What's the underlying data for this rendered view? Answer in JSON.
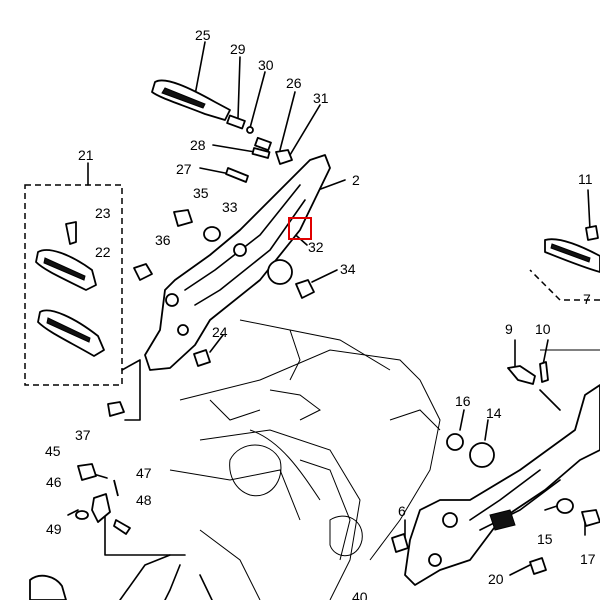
{
  "diagram": {
    "callouts": [
      "25",
      "29",
      "30",
      "26",
      "31",
      "28",
      "27",
      "2",
      "35",
      "33",
      "36",
      "32",
      "34",
      "24",
      "21",
      "23",
      "22",
      "37",
      "45",
      "46",
      "47",
      "48",
      "49",
      "11",
      "7",
      "9",
      "10",
      "16",
      "14",
      "6",
      "15",
      "17",
      "20",
      "40"
    ],
    "highlight_color": "#e00000"
  }
}
